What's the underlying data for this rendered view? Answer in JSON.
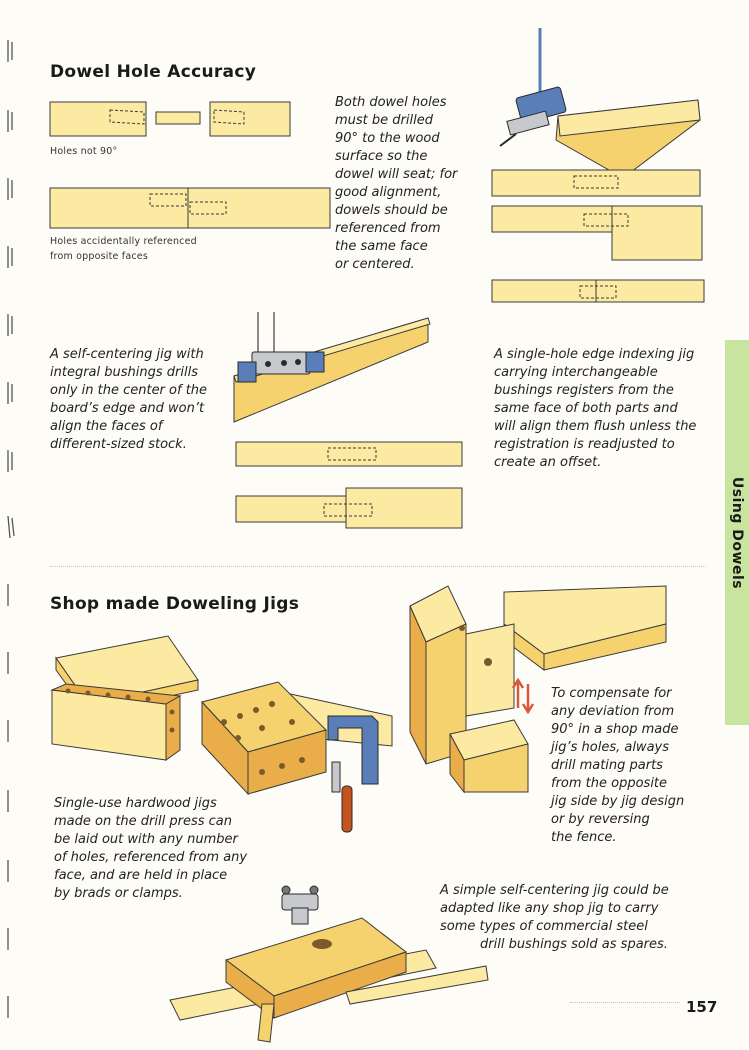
{
  "sections": {
    "accuracy": {
      "title": "Dowel Hole Accuracy",
      "label_not_90": "Holes not 90°",
      "label_opposite": [
        "Holes accidentally referenced",
        "from opposite faces"
      ],
      "caption_90": [
        "Both dowel holes",
        "must be drilled",
        "90° to the wood",
        "surface so the",
        "dowel will seat; for",
        "good alignment,",
        "dowels should be",
        "referenced from",
        "the same face",
        "or centered."
      ],
      "caption_self_centering": [
        "A self-centering jig with",
        "integral bushings drills",
        "only in the center of the",
        "board’s edge and won’t",
        "align the faces of",
        "different-sized stock."
      ],
      "caption_single_hole": [
        "A single-hole edge indexing jig",
        "carrying interchangeable",
        "bushings registers from the",
        "same face of both parts and",
        "will align them flush unless the",
        "registration is readjusted to",
        "create an offset."
      ]
    },
    "shop_jigs": {
      "title": "Shop made Doweling Jigs",
      "caption_compensate": [
        "To compensate for",
        "any deviation from",
        "90° in a shop made",
        "jig’s holes, always",
        "drill mating parts",
        "from the opposite",
        "jig side by jig design",
        "or by reversing",
        "the fence."
      ],
      "caption_single_use": [
        "Single-use hardwood jigs",
        "made on the drill press can",
        "be laid out with any number",
        "of holes, referenced from any",
        "face, and are held in place",
        "by brads or clamps."
      ],
      "caption_simple": [
        "A simple self-centering jig could be",
        "adapted like any shop jig to carry",
        "some types of commercial steel",
        "drill bushings sold as spares."
      ]
    }
  },
  "side_tab": "Using Dowels",
  "page_number": "157",
  "colors": {
    "wood_light": "#fce9a2",
    "wood_mid": "#f6d26f",
    "wood_dark": "#e9ad4a",
    "tab_green": "#c8e5a0",
    "clamp_blue": "#5a7fb8"
  }
}
